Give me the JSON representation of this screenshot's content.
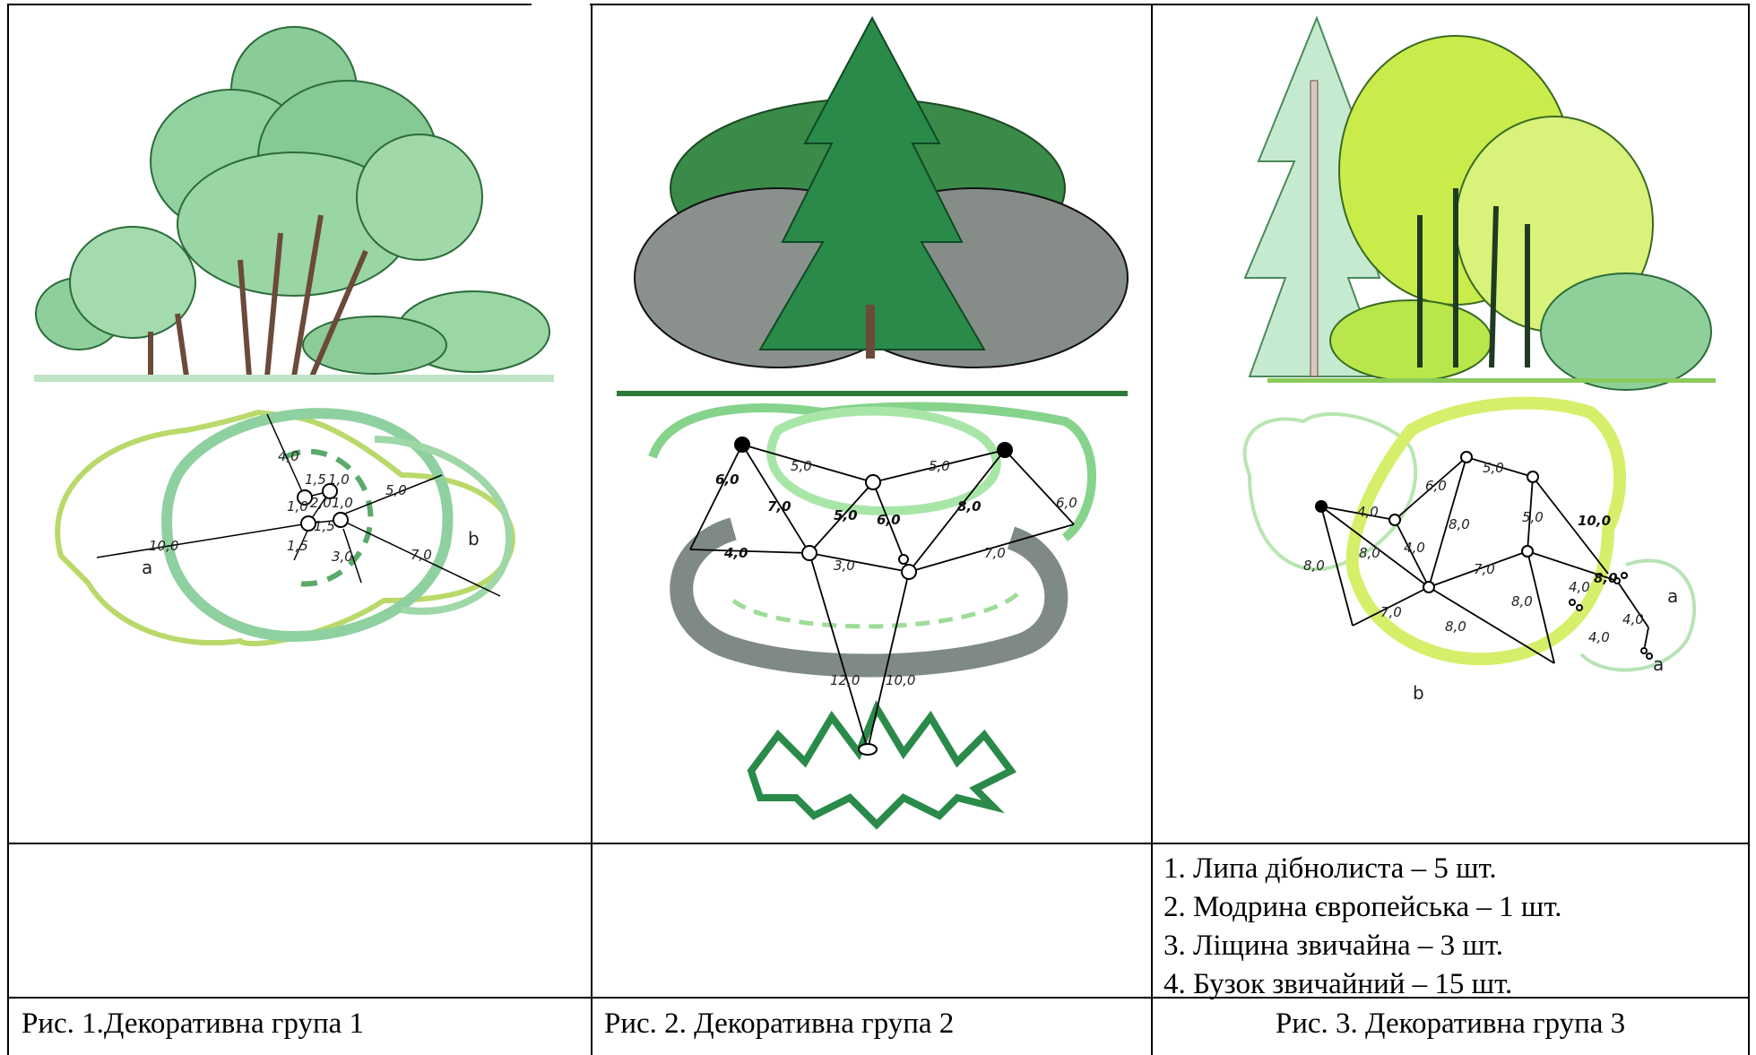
{
  "figures": [
    {
      "caption": "Рис. 1.Декоративна група 1",
      "scheme_labels": [
        "4,0",
        "1,5",
        "1,0",
        "2,0",
        "1,0",
        "1,0",
        "1,5",
        "5,0",
        "10,0",
        "1,5",
        "3,0",
        "7,0",
        "a",
        "b"
      ]
    },
    {
      "caption": "Рис. 2. Декоративна група 2",
      "scheme_labels": [
        "5,0",
        "5,0",
        "6,0",
        "7,0",
        "5,0",
        "6,0",
        "8,0",
        "6,0",
        "4,0",
        "3,0",
        "7,0",
        "12,0",
        "10,0"
      ]
    },
    {
      "caption": "Рис. 3. Декоративна група 3",
      "scheme_labels": [
        "5,0",
        "6,0",
        "4,0",
        "8,0",
        "5,0",
        "10,0",
        "8,0",
        "4,0",
        "8,0",
        "7,0",
        "8,0",
        "4,0",
        "a",
        "4,0",
        "4,0",
        "a",
        "7,0",
        "8,0",
        "8,0",
        "b"
      ],
      "legend": [
        "1. Липа дібнолиста – 5 шт.",
        "2. Модрина європейська – 1 шт.",
        "3. Ліщина звичайна – 3 шт.",
        "4. Бузок звичайний – 15 шт."
      ]
    }
  ],
  "colors": {
    "green_light": "#9fd7a8",
    "green_mid": "#5aaa6a",
    "green_dark": "#1f7a3a",
    "grey_crown": "#7f8a86",
    "yellow_green": "#c9ec4a",
    "line": "#000000"
  }
}
